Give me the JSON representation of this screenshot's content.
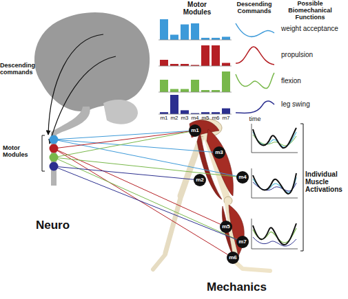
{
  "diagram": {
    "nodes": [
      {
        "text": [
          "m1"
        ]
      },
      {
        "text": [
          "m3"
        ]
      },
      {
        "text": [
          "m2"
        ]
      },
      {
        "text": [
          "m4"
        ]
      },
      {
        "text": [
          "m5"
        ]
      },
      {
        "text": [
          "m7"
        ]
      },
      {
        "text": [
          "m6"
        ]
      }
    ],
    "labels": [
      "Motor Modules",
      "Descending Commands",
      "Possible Biomechanical Functions",
      "weight acceptance",
      "propulsion",
      "flexion",
      "leg swing",
      "m1",
      "m2",
      "m3",
      "m4",
      "m5",
      "m6",
      "m7",
      "time",
      "Descending commands",
      "Motor Modules",
      "Neuro",
      "Mechanics",
      "Individual Muscle Activations"
    ]
  }
}
